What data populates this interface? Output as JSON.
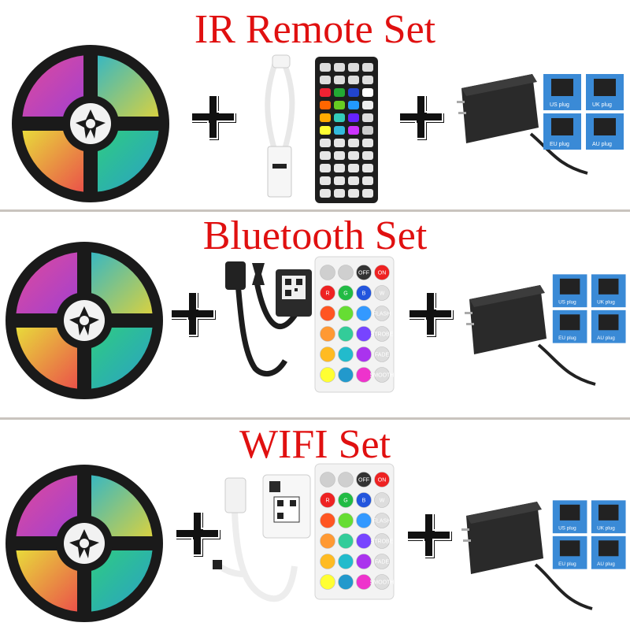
{
  "sections": {
    "ir": {
      "title": "IR Remote Set"
    },
    "bluetooth": {
      "title": "Bluetooth Set"
    },
    "wifi": {
      "title": "WIFI Set"
    }
  },
  "plug_labels": [
    "US plug",
    "UK plug",
    "EU plug",
    "AU plug"
  ],
  "remote24_labels": [
    "OFF",
    "ON",
    "W",
    "FLASH",
    "STROBE",
    "FADE",
    "SMOOTH"
  ],
  "colors": {
    "title_red": "#e01010",
    "divider": "#c9c4be",
    "plug_panel": "#3a8ad6"
  }
}
